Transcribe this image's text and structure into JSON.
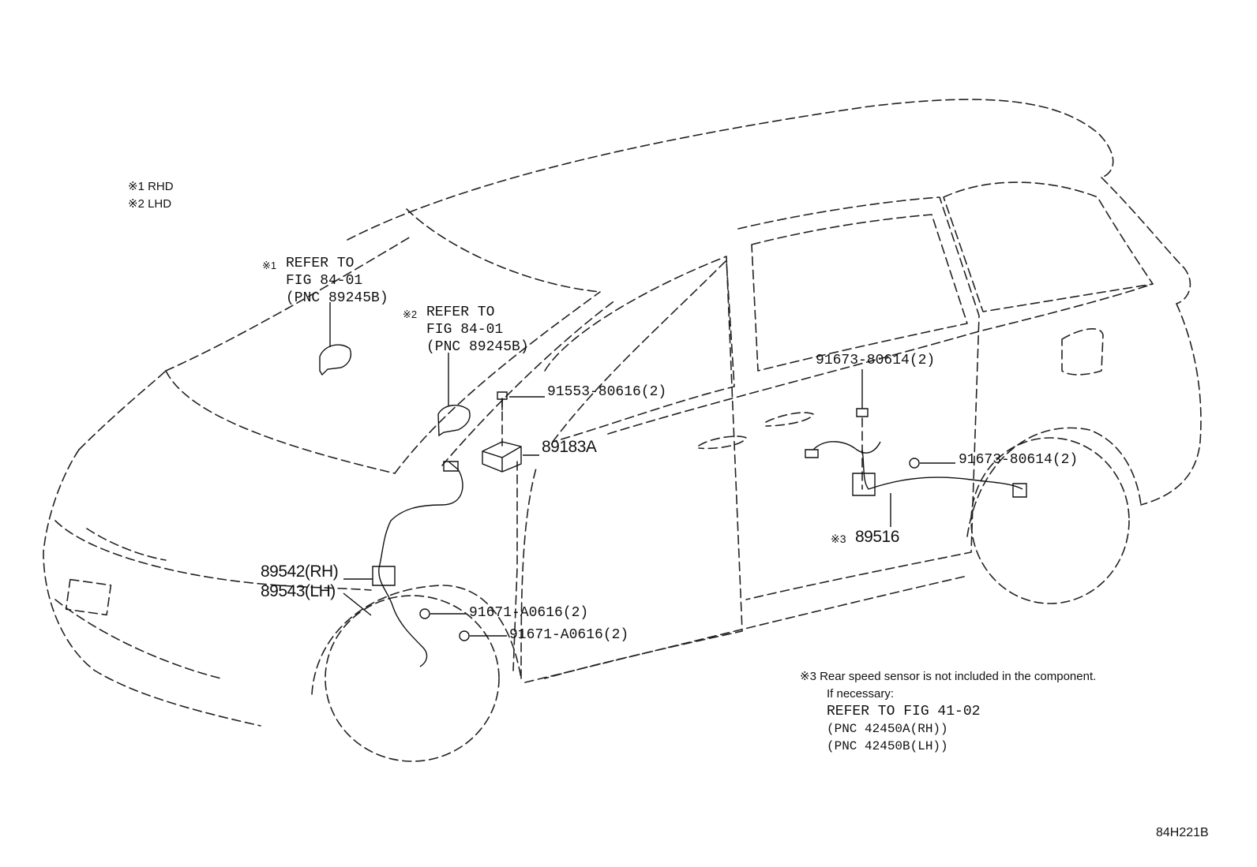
{
  "legend": {
    "rhd": "※1 RHD",
    "lhd": "※2 LHD"
  },
  "refer1": {
    "mark": "※1",
    "line1": "REFER TO",
    "line2": "FIG 84-01",
    "line3": "(PNC 89245B)"
  },
  "refer2": {
    "mark": "※2",
    "line1": "REFER TO",
    "line2": "FIG 84-01",
    "line3": "(PNC 89245B)"
  },
  "parts": {
    "p91553": "91553-80616(2)",
    "p89183A": "89183A",
    "p91673a": "91673-80614(2)",
    "p91673b": "91673-80614(2)",
    "p89516_mark": "※3",
    "p89516": "89516",
    "p89542": "89542(RH)",
    "p89543": "89543(LH)",
    "p91671a": "91671-A0616(2)",
    "p91671b": "91671-A0616(2)"
  },
  "note": {
    "line1": "※3 Rear speed sensor is not included in the component.",
    "line2": "If necessary:",
    "line3": "REFER TO FIG 41-02",
    "line4": "(PNC 42450A(RH))",
    "line5": "(PNC 42450B(LH))"
  },
  "code": "84H221B"
}
